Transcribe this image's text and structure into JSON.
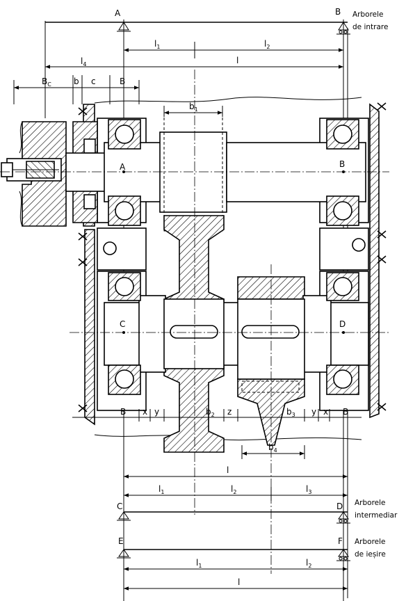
{
  "labels": {
    "support_A": "A",
    "support_B_top": "B",
    "support_C": "C",
    "support_D": "D",
    "support_E": "E",
    "support_F": "F",
    "input_shaft": [
      "Arborele",
      "de intrare"
    ],
    "intermediate_shaft": [
      "Arborele",
      "intermediar"
    ],
    "output_shaft": [
      "Arborele",
      "de ieșire"
    ],
    "dim_l": "l",
    "dim_l_main": "l",
    "dim_l_output": "l",
    "dim_l_letter": "l",
    "sub_1": "1",
    "sub_2": "2",
    "sub_3": "3",
    "sub_4": "4",
    "sub_C": "C",
    "dim_B": "B",
    "dim_b": "b",
    "dim_c": "c",
    "dim_x": "x",
    "dim_y": "y",
    "dim_z": "z",
    "pt_A": "A",
    "pt_B": "B",
    "pt_C": "C",
    "pt_D": "D"
  },
  "colors": {
    "ink": "#000000",
    "paper": "#ffffff"
  }
}
